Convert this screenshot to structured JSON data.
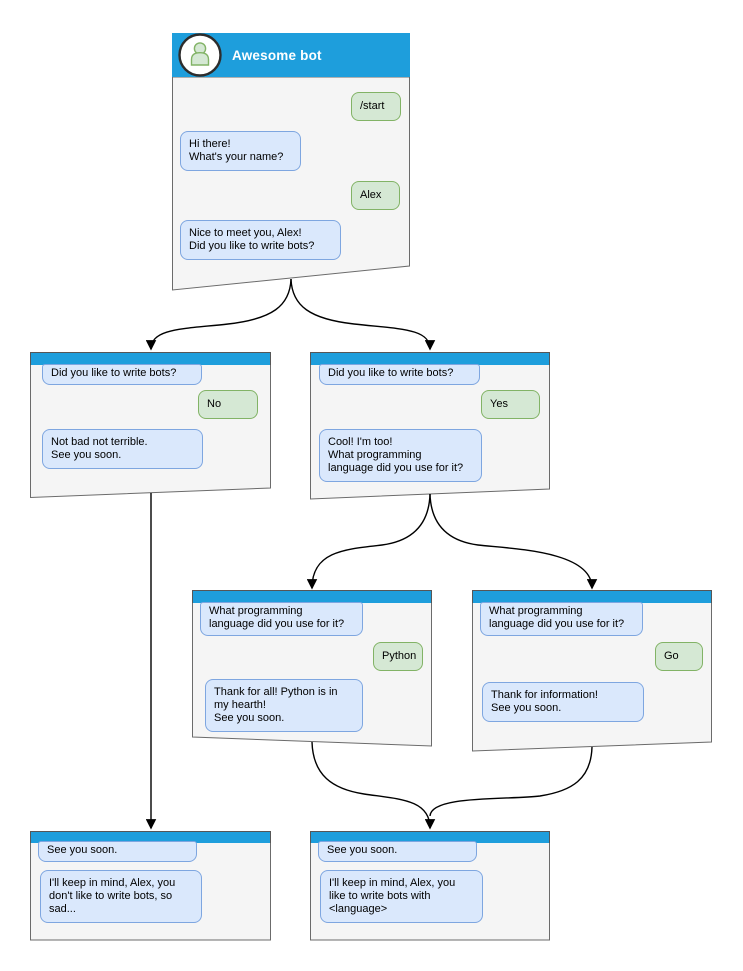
{
  "diagram": {
    "colors": {
      "header": "#1E9EDC",
      "window_bg": "#F5F5F5",
      "window_border": "#6B6B6B",
      "bot_bubble_bg": "#DAE8FC",
      "bot_bubble_border": "#7EA6E0",
      "user_bubble_bg": "#D5E8D4",
      "user_bubble_border": "#82B366",
      "arrow": "#000000"
    },
    "windows": [
      {
        "name": "root",
        "title": "Awesome bot",
        "messages": [
          {
            "from": "user",
            "text": "/start"
          },
          {
            "from": "bot",
            "text": "Hi there!\nWhat's your name?"
          },
          {
            "from": "user",
            "text": "Alex"
          },
          {
            "from": "bot",
            "text": "Nice to meet you, Alex!\nDid you like to write bots?"
          }
        ]
      },
      {
        "name": "branch-no",
        "messages": [
          {
            "from": "bot",
            "text": "Did you like to write bots?"
          },
          {
            "from": "user",
            "text": "No"
          },
          {
            "from": "bot",
            "text": "Not bad not terrible.\nSee you soon."
          }
        ]
      },
      {
        "name": "branch-yes",
        "messages": [
          {
            "from": "bot",
            "text": "Did you like to write bots?"
          },
          {
            "from": "user",
            "text": "Yes"
          },
          {
            "from": "bot",
            "text": "Cool! I'm too!\nWhat programming\nlanguage did you use for it?"
          }
        ]
      },
      {
        "name": "branch-python",
        "messages": [
          {
            "from": "bot",
            "text": "What programming\nlanguage did you use for it?"
          },
          {
            "from": "user",
            "text": "Python"
          },
          {
            "from": "bot",
            "text": "Thank for all! Python is in\nmy hearth!\nSee you soon."
          }
        ]
      },
      {
        "name": "branch-go",
        "messages": [
          {
            "from": "bot",
            "text": "What programming\nlanguage did you use for it?"
          },
          {
            "from": "user",
            "text": "Go"
          },
          {
            "from": "bot",
            "text": "Thank for information!\nSee you soon."
          }
        ]
      },
      {
        "name": "end-no",
        "messages": [
          {
            "from": "bot",
            "text": "See you soon."
          },
          {
            "from": "bot",
            "text": "I'll keep in mind, Alex, you\ndon't like to write bots, so\nsad..."
          }
        ]
      },
      {
        "name": "end-yes",
        "messages": [
          {
            "from": "bot",
            "text": "See you soon."
          },
          {
            "from": "bot",
            "text": "I'll keep in mind, Alex, you\nlike to write bots with\n<language>"
          }
        ]
      }
    ]
  }
}
